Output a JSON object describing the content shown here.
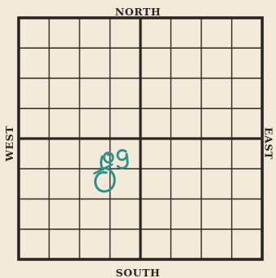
{
  "labels": {
    "north": "NORTH",
    "south": "SOUTH",
    "west": "WEST",
    "east": "EAST"
  },
  "grid": {
    "columns": 8,
    "rows": 8
  },
  "handwriting": {
    "text": "og",
    "color": "#2f8f8a"
  },
  "colors": {
    "background": "#f3ead9",
    "grid_line": "#2a2622",
    "ink": "#2f8f8a"
  }
}
